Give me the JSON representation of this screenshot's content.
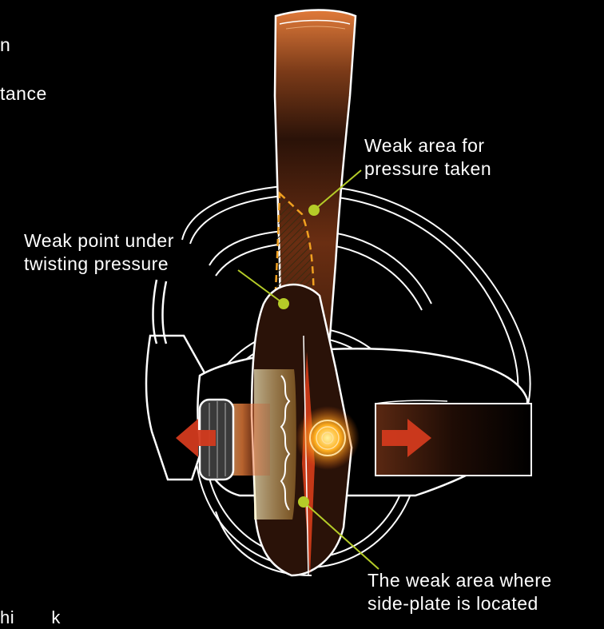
{
  "colors": {
    "background": "#000000",
    "outline": "#ffffff",
    "callout": "#b5cc28",
    "arrow": "#d23a1e",
    "dashed_outline": "#f0a020",
    "handle_glow": "#c0652a",
    "knob_glow": "#ffb020"
  },
  "labels": {
    "weak_area_pressure": {
      "line1": "Weak area for",
      "line2": "pressure taken"
    },
    "weak_point_twisting": {
      "line1": "Weak point under",
      "line2": "twisting pressure"
    },
    "weak_area_sideplate": {
      "line1": "The weak area where",
      "line2": "side-plate is located"
    },
    "cropped_top": "n",
    "cropped_mid": "tance",
    "cropped_bottom": "hi       k"
  }
}
